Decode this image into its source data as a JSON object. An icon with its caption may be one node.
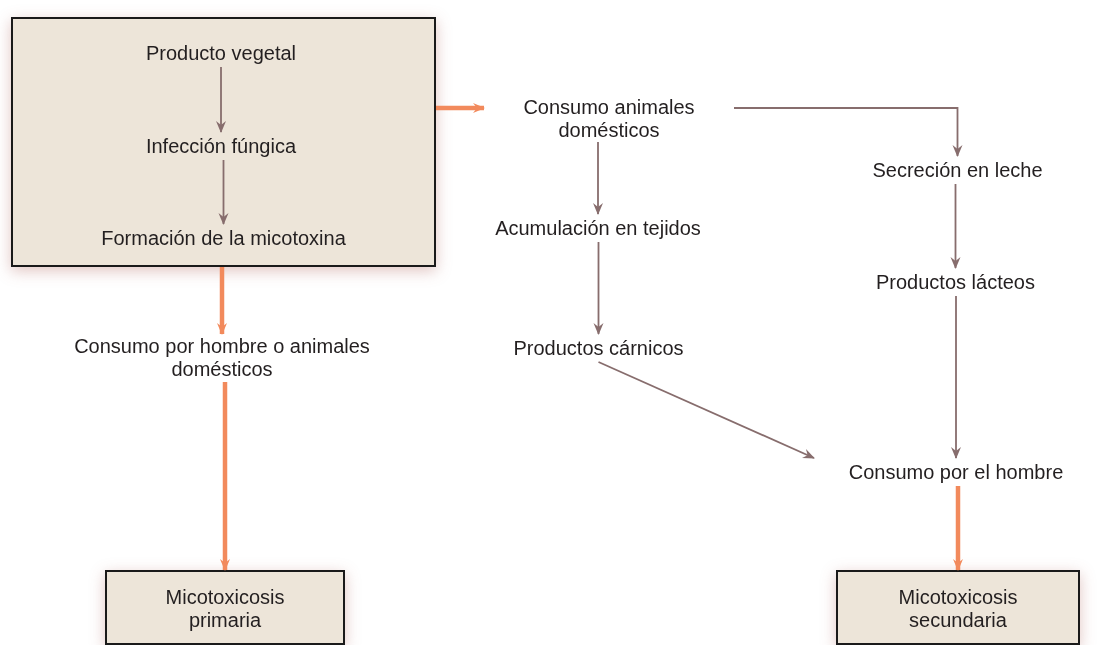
{
  "diagram": {
    "nodes": [
      {
        "text": [],
        "shape": "box"
      },
      {
        "text": [
          "Producto vegetal"
        ],
        "in": 0
      },
      {
        "text": [
          "Infección fúngica"
        ],
        "in": 0
      },
      {
        "text": [
          "Formación de la micotoxina"
        ],
        "in": 0
      },
      {
        "text": [
          "Consumo animales domésticos"
        ]
      },
      {
        "text": [
          "Secreción en leche"
        ]
      },
      {
        "text": [
          "Acumulación en tejidos"
        ]
      },
      {
        "text": [
          "Productos lácteos"
        ]
      },
      {
        "text": [
          "Consumo por hombre o animales domésticos"
        ]
      },
      {
        "text": [
          "Productos cárnicos"
        ]
      },
      {
        "text": [
          "Consumo por el hombre"
        ]
      },
      {
        "text": [
          "Micotoxicosis primaria"
        ]
      },
      {
        "text": [
          "Micotoxicosis secundaria"
        ]
      }
    ],
    "edges": [
      {
        "from": 1,
        "to": 2,
        "arrow": "to"
      },
      {
        "from": 2,
        "to": 3,
        "arrow": "to"
      },
      {
        "from": 0,
        "to": 4,
        "arrow": "to",
        "style": "thick",
        "color": "#f28a5c"
      },
      {
        "from": 4,
        "to": 6,
        "arrow": "to"
      },
      {
        "from": 4,
        "to": 5,
        "arrow": "to"
      },
      {
        "from": 5,
        "to": 7,
        "arrow": "to"
      },
      {
        "from": 6,
        "to": 9,
        "arrow": "to"
      },
      {
        "from": 0,
        "to": 8,
        "arrow": "to",
        "style": "thick",
        "color": "#f28a5c"
      },
      {
        "from": 8,
        "to": 11,
        "arrow": "to",
        "style": "thick",
        "color": "#f28a5c"
      },
      {
        "from": 9,
        "to": 10,
        "arrow": "to"
      },
      {
        "from": 7,
        "to": 10,
        "arrow": "to"
      },
      {
        "from": 10,
        "to": 12,
        "arrow": "to",
        "style": "thick",
        "color": "#f28a5c"
      }
    ]
  }
}
